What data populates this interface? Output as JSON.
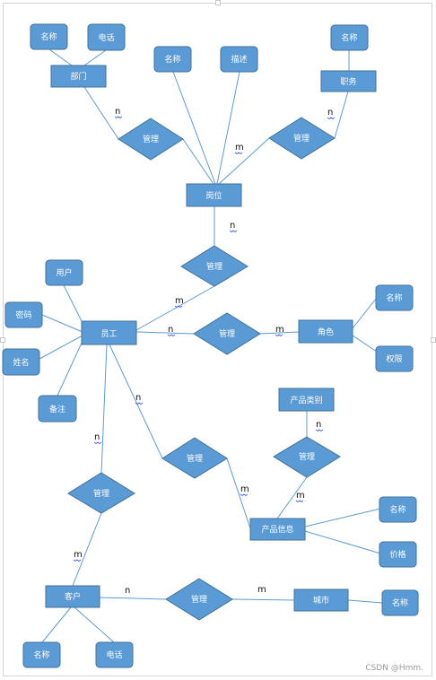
{
  "colors": {
    "shape_fill": "#5b9bd5",
    "shape_stroke": "#41719c",
    "edge": "#5b9bd5",
    "text": "#ffffff"
  },
  "entities": {
    "department": "部门",
    "duty": "职务",
    "position": "岗位",
    "employee": "员工",
    "role": "角色",
    "product_category": "产品类别",
    "product_info": "产品信息",
    "customer": "客户",
    "city": "城市"
  },
  "attributes": {
    "dept_name": "名称",
    "dept_phone": "电话",
    "duty_name": "名称",
    "pos_name": "名称",
    "pos_desc": "描述",
    "emp_user": "用户",
    "emp_password": "密码",
    "emp_fullname": "姓名",
    "emp_note": "备注",
    "role_name": "名称",
    "role_permission": "权限",
    "product_name": "名称",
    "product_price": "价格",
    "customer_name": "名称",
    "customer_phone": "电话",
    "city_name": "名称"
  },
  "relationships": {
    "dept_position": "管理",
    "duty_position": "管理",
    "position_employee": "管理",
    "employee_role": "管理",
    "employee_product": "管理",
    "category_product": "管理",
    "employee_customer": "管理",
    "customer_city": "管理"
  },
  "cardinalities": {
    "dept_rel": "n",
    "duty_rel": "n",
    "rel_position_top": "m",
    "position_rel": "n",
    "employee_rel_position": "m",
    "employee_rel_role": "n",
    "role_rel": "m",
    "employee_rel_product": "n",
    "product_rel_employee": "m",
    "category_rel": "n",
    "product_rel_category": "m",
    "employee_rel_customer": "n",
    "customer_rel_employee": "m",
    "customer_rel_city": "n",
    "city_rel": "m"
  },
  "watermark": "CSDN @Hmm."
}
